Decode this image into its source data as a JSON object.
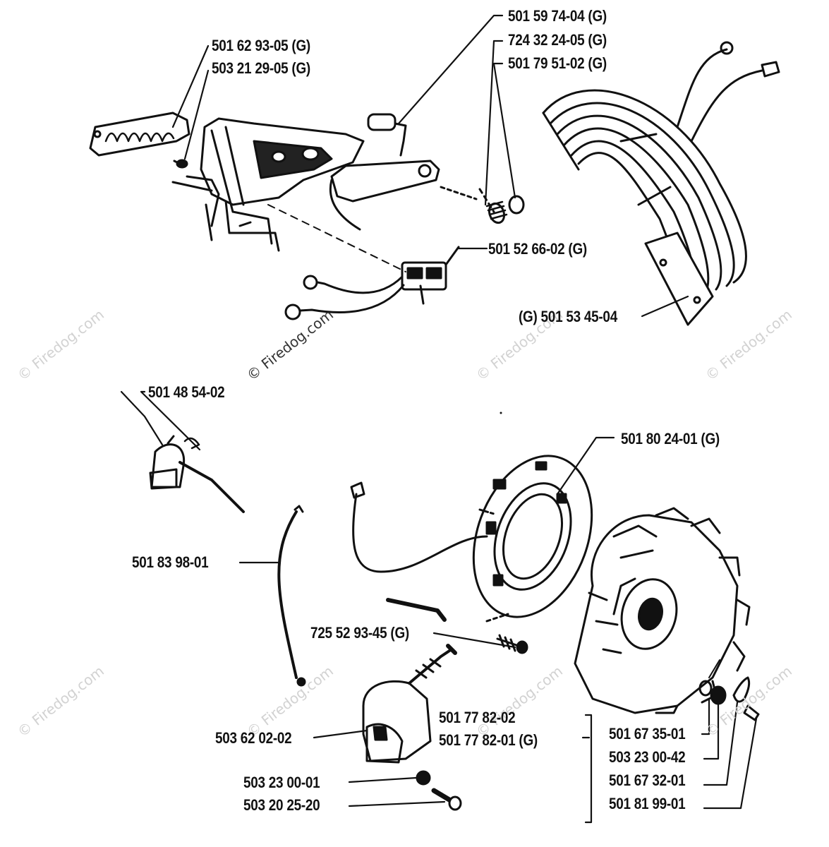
{
  "watermark": "© Firedog.com",
  "labels": {
    "p_501629305": "501 62 93-05 (G)",
    "p_503212905": "503 21 29-05 (G)",
    "p_501597404": "501 59 74-04 (G)",
    "p_724322405": "724 32 24-05 (G)",
    "p_501795102": "501 79 51-02 (G)",
    "p_501526602": "501 52 66-02 (G)",
    "p_501534504": "(G) 501 53 45-04",
    "p_501485402": "501 48 54-02",
    "p_501802401": "501 80 24-01 (G)",
    "p_501839801": "501 83 98-01",
    "p_725529345": "725 52 93-45 (G)",
    "p_501778202": "501 77 82-02",
    "p_501778201": "501 77 82-01 (G)",
    "p_503620202": "503 62 02-02",
    "p_501673501": "501 67 35-01",
    "p_503230042": "503 23 00-42",
    "p_501673201": "501 67 32-01",
    "p_501819901": "501 81 99-01",
    "p_503230001": "503 23 00-01",
    "p_503202520": "503 20 25-20"
  }
}
